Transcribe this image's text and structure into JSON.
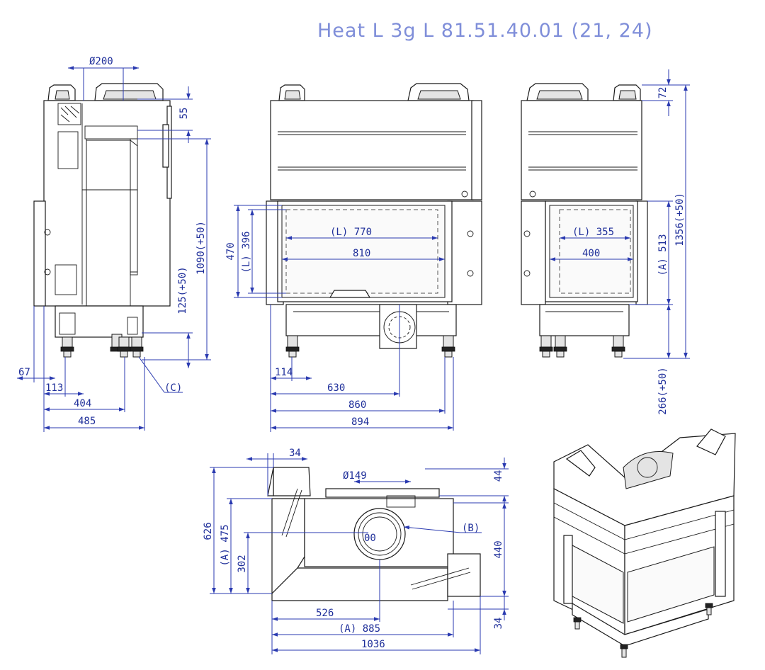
{
  "title": "Heat L 3g L 81.51.40.01 (21, 24)",
  "colors": {
    "dimension": "#1f2f9a",
    "title": "#7f8ed9",
    "outline": "#1a1a1a"
  },
  "side_view": {
    "d_200": "Ø200",
    "d_55": "55",
    "d_1090": "1090(+50)",
    "d_125": "125(+50)",
    "d_67": "67",
    "d_113": "113",
    "d_404": "404",
    "d_485": "485",
    "label_c": "(C)"
  },
  "front_view": {
    "d_470": "470",
    "d_l396": "(L) 396",
    "d_l770": "(L) 770",
    "d_810": "810",
    "d_114": "114",
    "d_630": "630",
    "d_860": "860",
    "d_894": "894"
  },
  "right_view": {
    "d_72": "72",
    "d_l355": "(L) 355",
    "d_400": "400",
    "d_a513": "(A) 513",
    "d_1356": "1356(+50)",
    "d_266": "266(+50)"
  },
  "top_view": {
    "d_34top": "34",
    "d_149": "Ø149",
    "d_44": "44",
    "d_626": "626",
    "d_a475": "(A) 475",
    "d_302": "302",
    "d_440": "440",
    "label_b": "(B)",
    "d_526": "526",
    "d_a885": "(A) 885",
    "d_1036": "1036",
    "d_34bot": "34",
    "inner_label": "00"
  }
}
